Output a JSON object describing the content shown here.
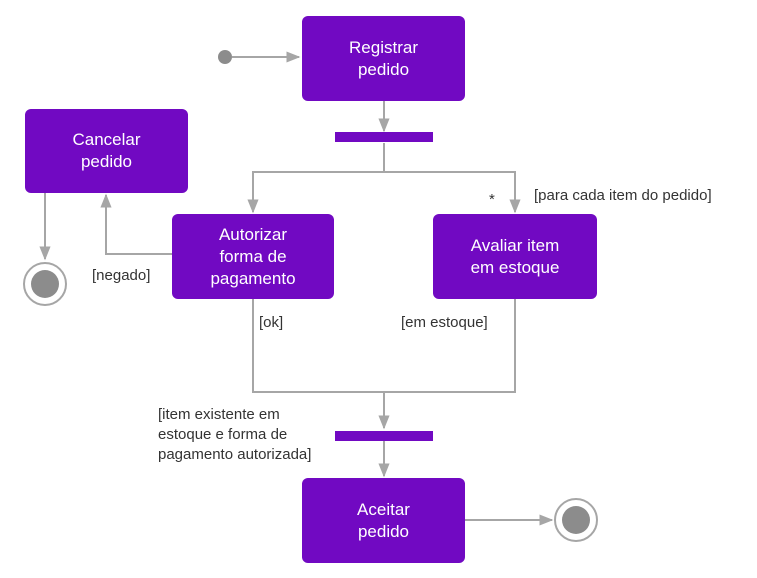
{
  "colors": {
    "activity_fill": "#7109c2",
    "edge": "#a6a6a6",
    "text_on_activity": "#ffffff",
    "guard_text": "#333333",
    "node_fill": "#8c8c8c"
  },
  "activities": {
    "registrar": "Registrar\npedido",
    "cancelar": "Cancelar\npedido",
    "autorizar": "Autorizar\nforma de\npagamento",
    "avaliar": "Avaliar item\nem estoque",
    "aceitar": "Aceitar\npedido"
  },
  "guards": {
    "para_cada": "[para cada item do pedido]",
    "multiplicity": "*",
    "negado": "[negado]",
    "ok": "[ok]",
    "em_estoque": "[em estoque]",
    "join_condition": "[item existente em\nestoque e forma de\npagamento autorizada]"
  }
}
